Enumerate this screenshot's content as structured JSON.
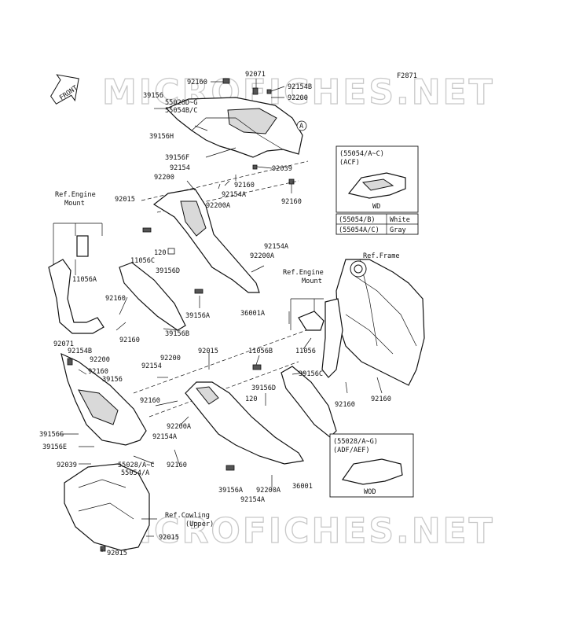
{
  "figure_code": "F2871",
  "front_label": "FRONT",
  "watermark": "MICROFICHES.NET",
  "callout_a": "A",
  "legend": {
    "box1_title_a": "(55054/A~C)",
    "box1_title_b": "(ACF)",
    "box1_caption": "WD",
    "colors": [
      {
        "part": "(55054/B)",
        "color": "White"
      },
      {
        "part": "(55054A/C)",
        "color": "Gray"
      }
    ],
    "box2_title_a": "(55028/A~G)",
    "box2_title_b": "(ADF/AEF)",
    "box2_caption": "WOD"
  },
  "labels": [
    {
      "id": "l1",
      "text": "92160"
    },
    {
      "id": "l2",
      "text": "92071"
    },
    {
      "id": "l3",
      "text": "92154B"
    },
    {
      "id": "l4",
      "text": "92200"
    },
    {
      "id": "l5",
      "text": "39156"
    },
    {
      "id": "l6",
      "text": "55028D~G"
    },
    {
      "id": "l7",
      "text": "55054B/C"
    },
    {
      "id": "l8",
      "text": "39156H"
    },
    {
      "id": "l9",
      "text": "39156F"
    },
    {
      "id": "l10",
      "text": "92154"
    },
    {
      "id": "l11",
      "text": "92039"
    },
    {
      "id": "l12",
      "text": "92200"
    },
    {
      "id": "l13",
      "text": "92160"
    },
    {
      "id": "l14",
      "text": "92154A"
    },
    {
      "id": "l15",
      "text": "92160"
    },
    {
      "id": "l16",
      "text": "Ref.Engine"
    },
    {
      "id": "l17",
      "text": "Mount"
    },
    {
      "id": "l18",
      "text": "92015"
    },
    {
      "id": "l19",
      "text": "92200A"
    },
    {
      "id": "l20",
      "text": "120"
    },
    {
      "id": "l21",
      "text": "11056C"
    },
    {
      "id": "l22",
      "text": "39156D"
    },
    {
      "id": "l23",
      "text": "92154A"
    },
    {
      "id": "l24",
      "text": "92200A"
    },
    {
      "id": "l25",
      "text": "Ref.Frame"
    },
    {
      "id": "l26",
      "text": "11056A"
    },
    {
      "id": "l27",
      "text": "Ref.Engine"
    },
    {
      "id": "l28",
      "text": "Mount"
    },
    {
      "id": "l29",
      "text": "92160"
    },
    {
      "id": "l30",
      "text": "36001A"
    },
    {
      "id": "l31",
      "text": "39156A"
    },
    {
      "id": "l32",
      "text": "39156B"
    },
    {
      "id": "l33",
      "text": "92160"
    },
    {
      "id": "l34",
      "text": "11056B"
    },
    {
      "id": "l35",
      "text": "11056"
    },
    {
      "id": "l36",
      "text": "92071"
    },
    {
      "id": "l37",
      "text": "92154B"
    },
    {
      "id": "l38",
      "text": "92015"
    },
    {
      "id": "l39",
      "text": "92200"
    },
    {
      "id": "l40",
      "text": "92200"
    },
    {
      "id": "l41",
      "text": "92154"
    },
    {
      "id": "l42",
      "text": "92160"
    },
    {
      "id": "l43",
      "text": "39156"
    },
    {
      "id": "l44",
      "text": "39156C"
    },
    {
      "id": "l45",
      "text": "39156D"
    },
    {
      "id": "l46",
      "text": "120"
    },
    {
      "id": "l47",
      "text": "92160"
    },
    {
      "id": "l48",
      "text": "92160"
    },
    {
      "id": "l49",
      "text": "92160"
    },
    {
      "id": "l50",
      "text": "92200A"
    },
    {
      "id": "l51",
      "text": "39156G"
    },
    {
      "id": "l52",
      "text": "92154A"
    },
    {
      "id": "l53",
      "text": "39156E"
    },
    {
      "id": "l54",
      "text": "92039"
    },
    {
      "id": "l55",
      "text": "55028/A~C"
    },
    {
      "id": "l56",
      "text": "92160"
    },
    {
      "id": "l57",
      "text": "55054/A"
    },
    {
      "id": "l58",
      "text": "39156A"
    },
    {
      "id": "l59",
      "text": "92200A"
    },
    {
      "id": "l60",
      "text": "36001"
    },
    {
      "id": "l61",
      "text": "92154A"
    },
    {
      "id": "l62",
      "text": "Ref.Cowling"
    },
    {
      "id": "l63",
      "text": "(Upper)"
    },
    {
      "id": "l64",
      "text": "92015"
    },
    {
      "id": "l65",
      "text": "92015"
    }
  ]
}
